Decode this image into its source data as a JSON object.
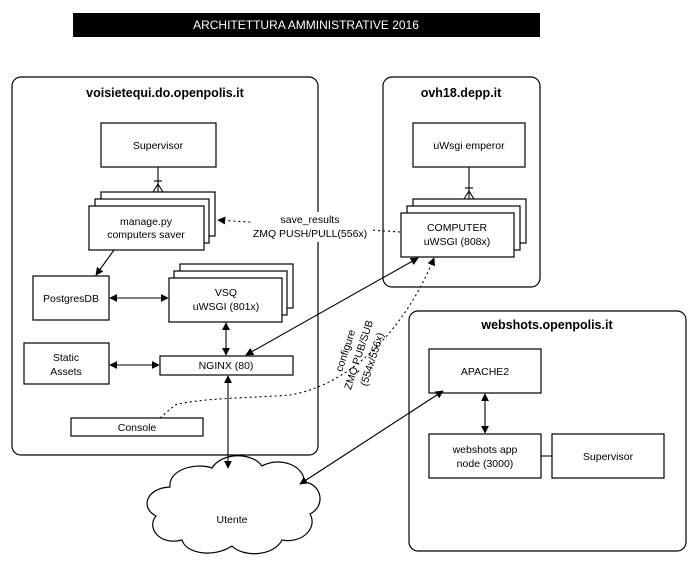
{
  "title": "ARCHITETTURA AMMINISTRATIVE 2016",
  "servers": {
    "voisietequi": {
      "name": "voisietequi.do.openpolis.it",
      "supervisor": "Supervisor",
      "manage_line1": "manage.py",
      "manage_line2": "computers saver",
      "postgres": "PostgresDB",
      "vsq_line1": "VSQ",
      "vsq_line2": "uWSGI (801x)",
      "static_line1": "Static",
      "static_line2": "Assets",
      "nginx": "NGINX (80)",
      "console": "Console"
    },
    "ovh18": {
      "name": "ovh18.depp.it",
      "emperor": "uWsgi emperor",
      "computer_line1": "COMPUTER",
      "computer_line2": "uWSGI (808x)"
    },
    "webshots": {
      "name": "webshots.openpolis.it",
      "apache": "APACHE2",
      "app_line1": "webshots app",
      "app_line2": "node (3000)",
      "supervisor": "Supervisor"
    }
  },
  "connections": {
    "save_results_line1": "save_results",
    "save_results_line2": "ZMQ PUSH/PULL(556x)",
    "configure_line1": "configure",
    "configure_line2": "ZMQ PUB/SUB",
    "configure_line3": "(554x/556x)"
  },
  "utente": "Utente"
}
